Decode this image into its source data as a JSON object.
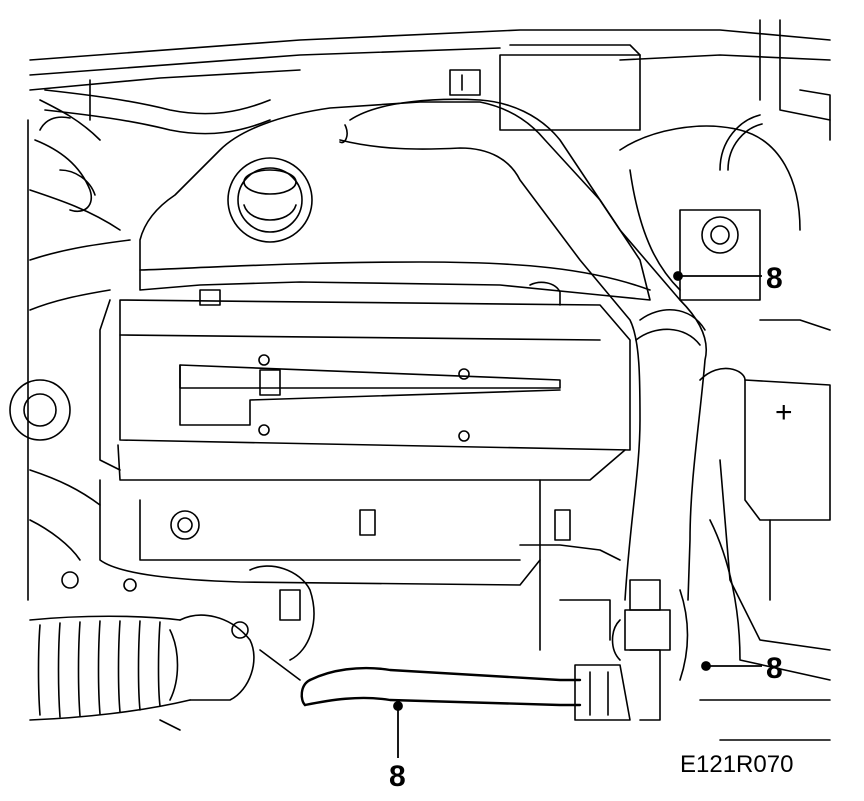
{
  "figure": {
    "code": "E121R070",
    "callouts": [
      {
        "id": "top-right",
        "label": "8"
      },
      {
        "id": "right",
        "label": "8"
      },
      {
        "id": "bottom",
        "label": "8"
      }
    ],
    "battery_terminal": "+"
  },
  "colors": {
    "line": "#000000",
    "background": "#ffffff"
  }
}
